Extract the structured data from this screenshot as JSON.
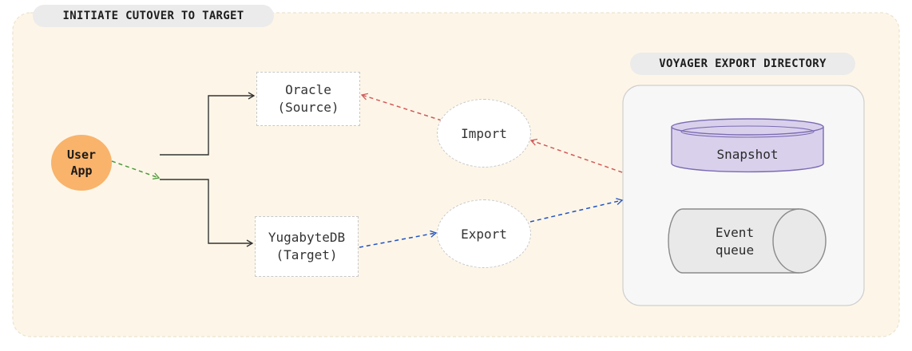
{
  "title": "INITIATE CUTOVER TO TARGET",
  "user_app": {
    "line1": "User",
    "line2": "App"
  },
  "source": {
    "line1": "Oracle",
    "line2": "(Source)"
  },
  "target": {
    "line1": "YugabyteDB",
    "line2": "(Target)"
  },
  "import_label": "Import",
  "export_label": "Export",
  "directory": {
    "title": "VOYAGER EXPORT DIRECTORY",
    "snapshot": "Snapshot",
    "queue_line1": "Event",
    "queue_line2": "queue"
  },
  "colors": {
    "panel": "#fdf6e8",
    "user_app": "#f9b36b",
    "import_arrow": "#d25a5a",
    "export_arrow": "#2152c4",
    "user_arrow": "#4c9a3a",
    "snapshot": "#d9d1ec",
    "snapshot_stroke": "#7c6bb3",
    "queue": "#e9e9e9"
  }
}
